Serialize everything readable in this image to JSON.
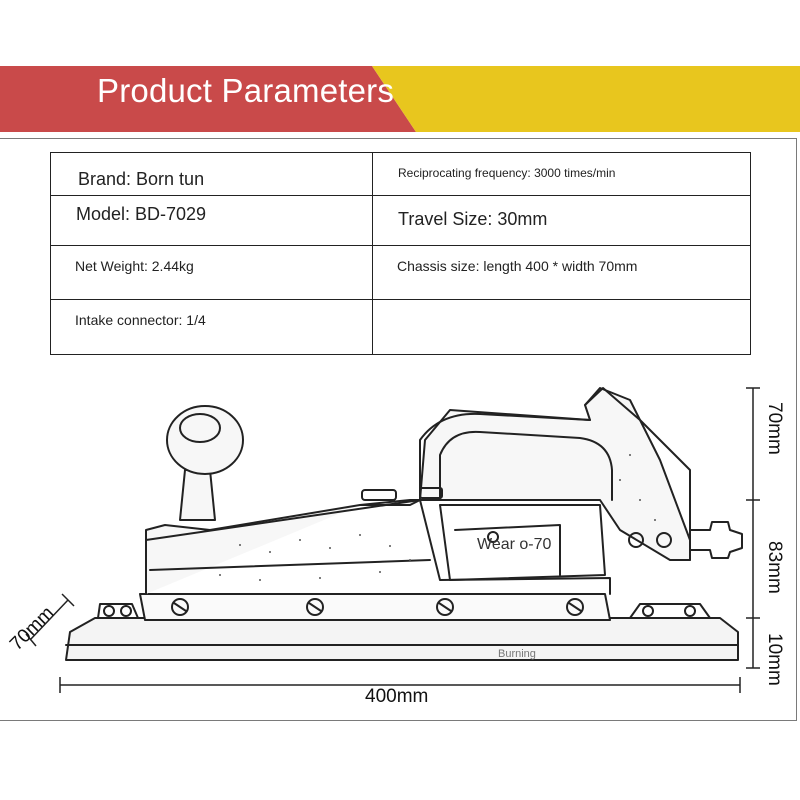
{
  "banner": {
    "title": "Product Parameters",
    "colors": {
      "red": "#c94a4a",
      "yellow": "#e8c61e"
    }
  },
  "parameters": {
    "rows": [
      {
        "left": "Brand: Born tun",
        "right": "Reciprocating frequency: 3000 times/min"
      },
      {
        "left": "Model: BD-7029",
        "right": "Travel Size: 30mm"
      },
      {
        "left": "Net Weight: 2.44kg",
        "right": "Chassis size: length 400 * width 70mm"
      },
      {
        "left": "Intake connector: 1/4",
        "right": ""
      }
    ]
  },
  "drawing": {
    "label_on_body": "Wear o-70",
    "base_label": "Burning",
    "dimensions": {
      "length": "400mm",
      "width": "70mm",
      "handle_height": "70mm",
      "body_height": "83mm",
      "base_height": "10mm"
    }
  }
}
